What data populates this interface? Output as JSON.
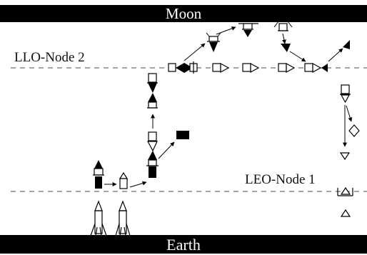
{
  "bands": {
    "top": "Moon",
    "bottom": "Earth"
  },
  "nodes": {
    "upper": "LLO-Node 2",
    "lower": "LEO-Node 1"
  },
  "colors": {
    "ink": "#000000",
    "dash": "#6e6e6e",
    "background": "#ffffff"
  }
}
